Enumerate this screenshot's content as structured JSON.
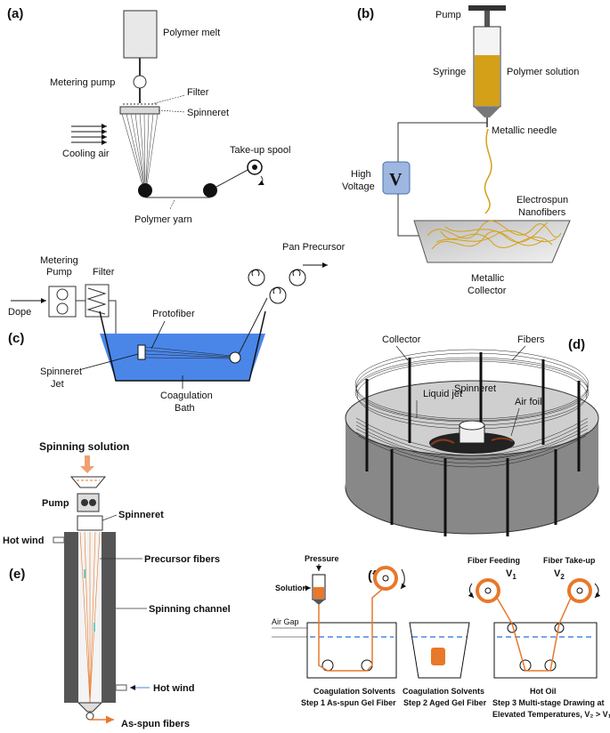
{
  "colors": {
    "orange": "#e8782a",
    "water": "#4a86e8",
    "gold": "#d4a017",
    "voltage_box": "#9db7e0",
    "channel": "#555555"
  },
  "panel_a": {
    "tag": "(a)",
    "polymer_melt": "Polymer melt",
    "metering_pump": "Metering pump",
    "filter": "Filter",
    "spinneret": "Spinneret",
    "cooling_air": "Cooling air",
    "take_up_spool": "Take-up spool",
    "polymer_yarn": "Polymer yarn"
  },
  "panel_b": {
    "tag": "(b)",
    "pump": "Pump",
    "syringe": "Syringe",
    "polymer_solution": "Polymer solution",
    "metallic_needle": "Metallic needle",
    "high": "High",
    "voltage": "Voltage",
    "v_symbol": "V",
    "electrospun": "Electrospun",
    "nanofibers": "Nanofibers",
    "metallic": "Metallic",
    "collector": "Collector"
  },
  "panel_c": {
    "tag": "(c)",
    "metering": "Metering",
    "pump": "Pump",
    "filter": "Filter",
    "dope": "Dope",
    "pan_precursor": "Pan Precursor",
    "protofiber": "Protofiber",
    "spinneret": "Spinneret",
    "jet": "Jet",
    "coagulation": "Coagulation",
    "bath": "Bath"
  },
  "panel_d": {
    "tag": "(d)",
    "collector": "Collector",
    "fibers": "Fibers",
    "liquid_jet": "Liquid jet",
    "spinneret": "Spinneret",
    "air_foil": "Air foil"
  },
  "panel_e": {
    "tag": "(e)",
    "spinning_solution": "Spinning solution",
    "pump": "Pump",
    "spinneret": "Spinneret",
    "hot_wind_top": "Hot wind",
    "precursor_fibers": "Precursor fibers",
    "spinning_channel": "Spinning channel",
    "hot_wind_bottom": "Hot wind",
    "as_spun_fibers": "As-spun fibers"
  },
  "panel_f": {
    "tag": "(f)",
    "pressure": "Pressure",
    "solution": "Solution",
    "air_gap": "Air Gap",
    "fiber_feeding": "Fiber Feeding",
    "v1": "V",
    "v1_sub": "1",
    "fiber_take_up": "Fiber Take-up",
    "v2": "V",
    "v2_sub": "2",
    "coag_solvents_1": "Coagulation Solvents",
    "step1": "Step 1 As-spun Gel Fiber",
    "coag_solvents_2": "Coagulation Solvents",
    "step2": "Step 2 Aged Gel Fiber",
    "hot_oil": "Hot Oil",
    "step3_line1": "Step 3 Multi-stage Drawing at",
    "step3_line2": "Elevated Temperatures, V₂ > V₁"
  }
}
